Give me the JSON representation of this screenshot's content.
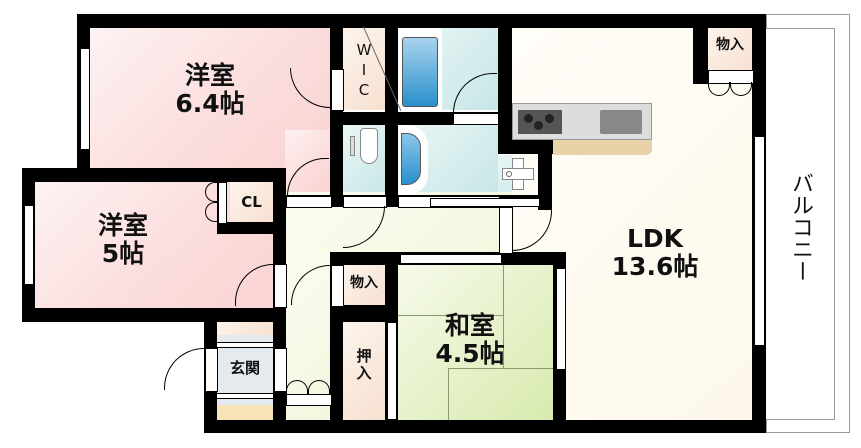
{
  "rooms": {
    "western1": {
      "name": "洋室",
      "size": "6.4帖"
    },
    "western2": {
      "name": "洋室",
      "size": "5帖"
    },
    "ldk": {
      "name": "LDK",
      "size": "13.6帖"
    },
    "japanese": {
      "name": "和室",
      "size": "4.5帖"
    },
    "wic": {
      "l1": "W",
      "l2": "I",
      "l3": "C"
    },
    "closet_cl": {
      "name": "CL"
    },
    "storage_ldk": {
      "name": "物入"
    },
    "storage_hall": {
      "name": "物入"
    },
    "oshiire": {
      "l1": "押",
      "l2": "入"
    },
    "genkan": {
      "name": "玄関"
    },
    "balcony": {
      "name": "バルコニー"
    }
  },
  "colors": {
    "wall": "#000000",
    "western_room": "#fbdcdc",
    "ldk": "#fdf8ea",
    "tatami": "#d8eaae",
    "wet_area": "#c8e6e6",
    "closet": "#f6e0d0",
    "kitchen_counter": "#e8d3a8",
    "bathtub": "#3a9fd6"
  }
}
